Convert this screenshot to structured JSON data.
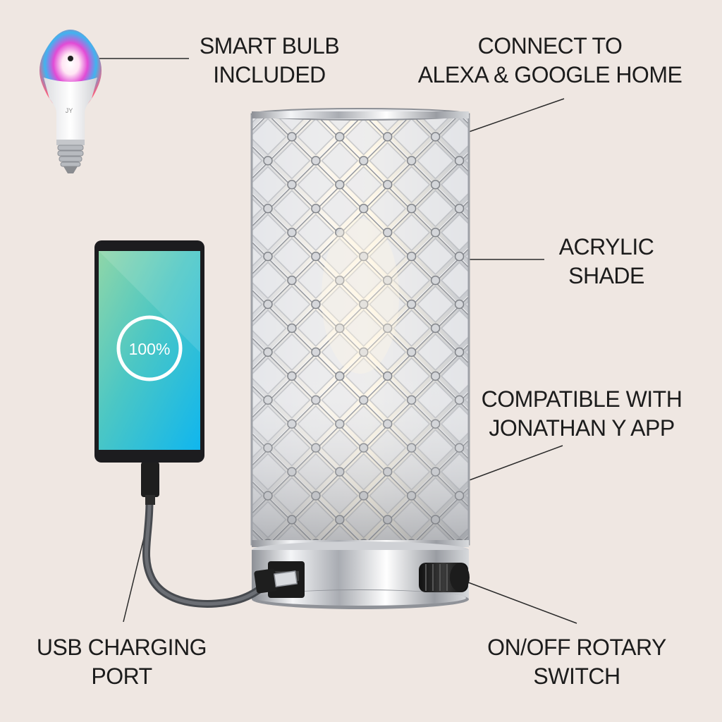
{
  "callouts": {
    "smart_bulb": {
      "line1": "SMART BULB",
      "line2": "INCLUDED"
    },
    "connect": {
      "line1": "CONNECT TO",
      "line2": "ALEXA & GOOGLE HOME"
    },
    "shade": {
      "line1": "ACRYLIC",
      "line2": "SHADE"
    },
    "compatible": {
      "line1": "COMPATIBLE WITH",
      "line2": "JONATHAN Y APP"
    },
    "usb": {
      "line1": "USB CHARGING",
      "line2": "PORT"
    },
    "switch": {
      "line1": "ON/OFF ROTARY",
      "line2": "SWITCH"
    }
  },
  "phone": {
    "battery_text": "100%",
    "battery_level": 1.0
  },
  "bulb": {
    "brand_mark": "JY"
  },
  "colors": {
    "background": "#efe7e2",
    "text": "#1c1c1c",
    "chrome": "#c9cbcf",
    "phone_screen_top": "#7fd3b0",
    "phone_screen_bottom": "#19b8e8"
  }
}
